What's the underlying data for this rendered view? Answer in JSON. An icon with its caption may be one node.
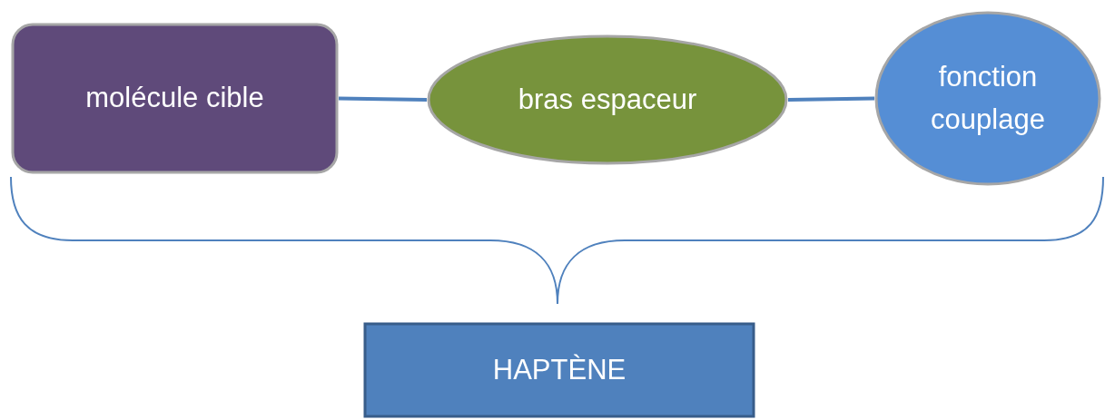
{
  "diagram": {
    "nodes": [
      {
        "text": [
          "molécule cible"
        ]
      },
      {
        "text": [
          "bras espaceur"
        ]
      },
      {
        "text": [
          "fonction couplage"
        ]
      },
      {
        "text": [
          "HAPTÈNE"
        ]
      }
    ],
    "edges": [
      {
        "from": 0,
        "to": 1,
        "arrow": "none"
      },
      {
        "from": 1,
        "to": 2,
        "arrow": "none"
      }
    ]
  }
}
